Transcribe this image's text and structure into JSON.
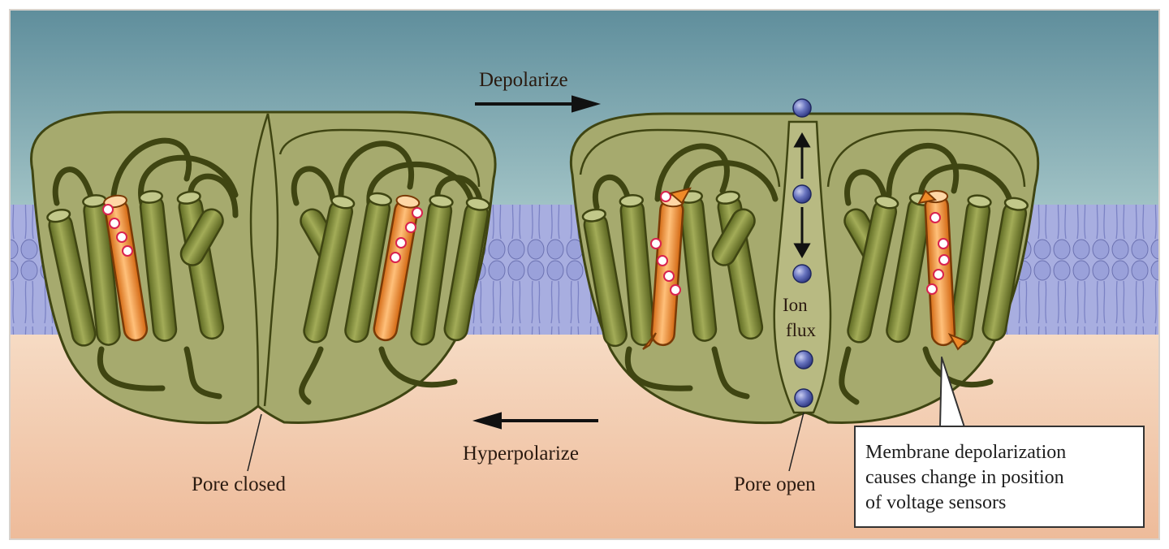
{
  "labels": {
    "depolarize": "Depolarize",
    "hyperpolarize": "Hyperpolarize",
    "pore_closed": "Pore closed",
    "pore_open": "Pore open",
    "ion": "Ion",
    "flux": "flux"
  },
  "callout": {
    "lines": [
      "Membrane depolarization",
      "causes change in position",
      "of voltage sensors"
    ]
  },
  "colors": {
    "extracellular": "#6e9ea8",
    "intracellular": "#f0c7a8",
    "membrane_lipid": "#9aa0d6",
    "channel_body": "#a6aa6e",
    "helix": "#7f8a34",
    "voltage_sensor": "#f08a28",
    "ion": "#4c5aa8"
  }
}
